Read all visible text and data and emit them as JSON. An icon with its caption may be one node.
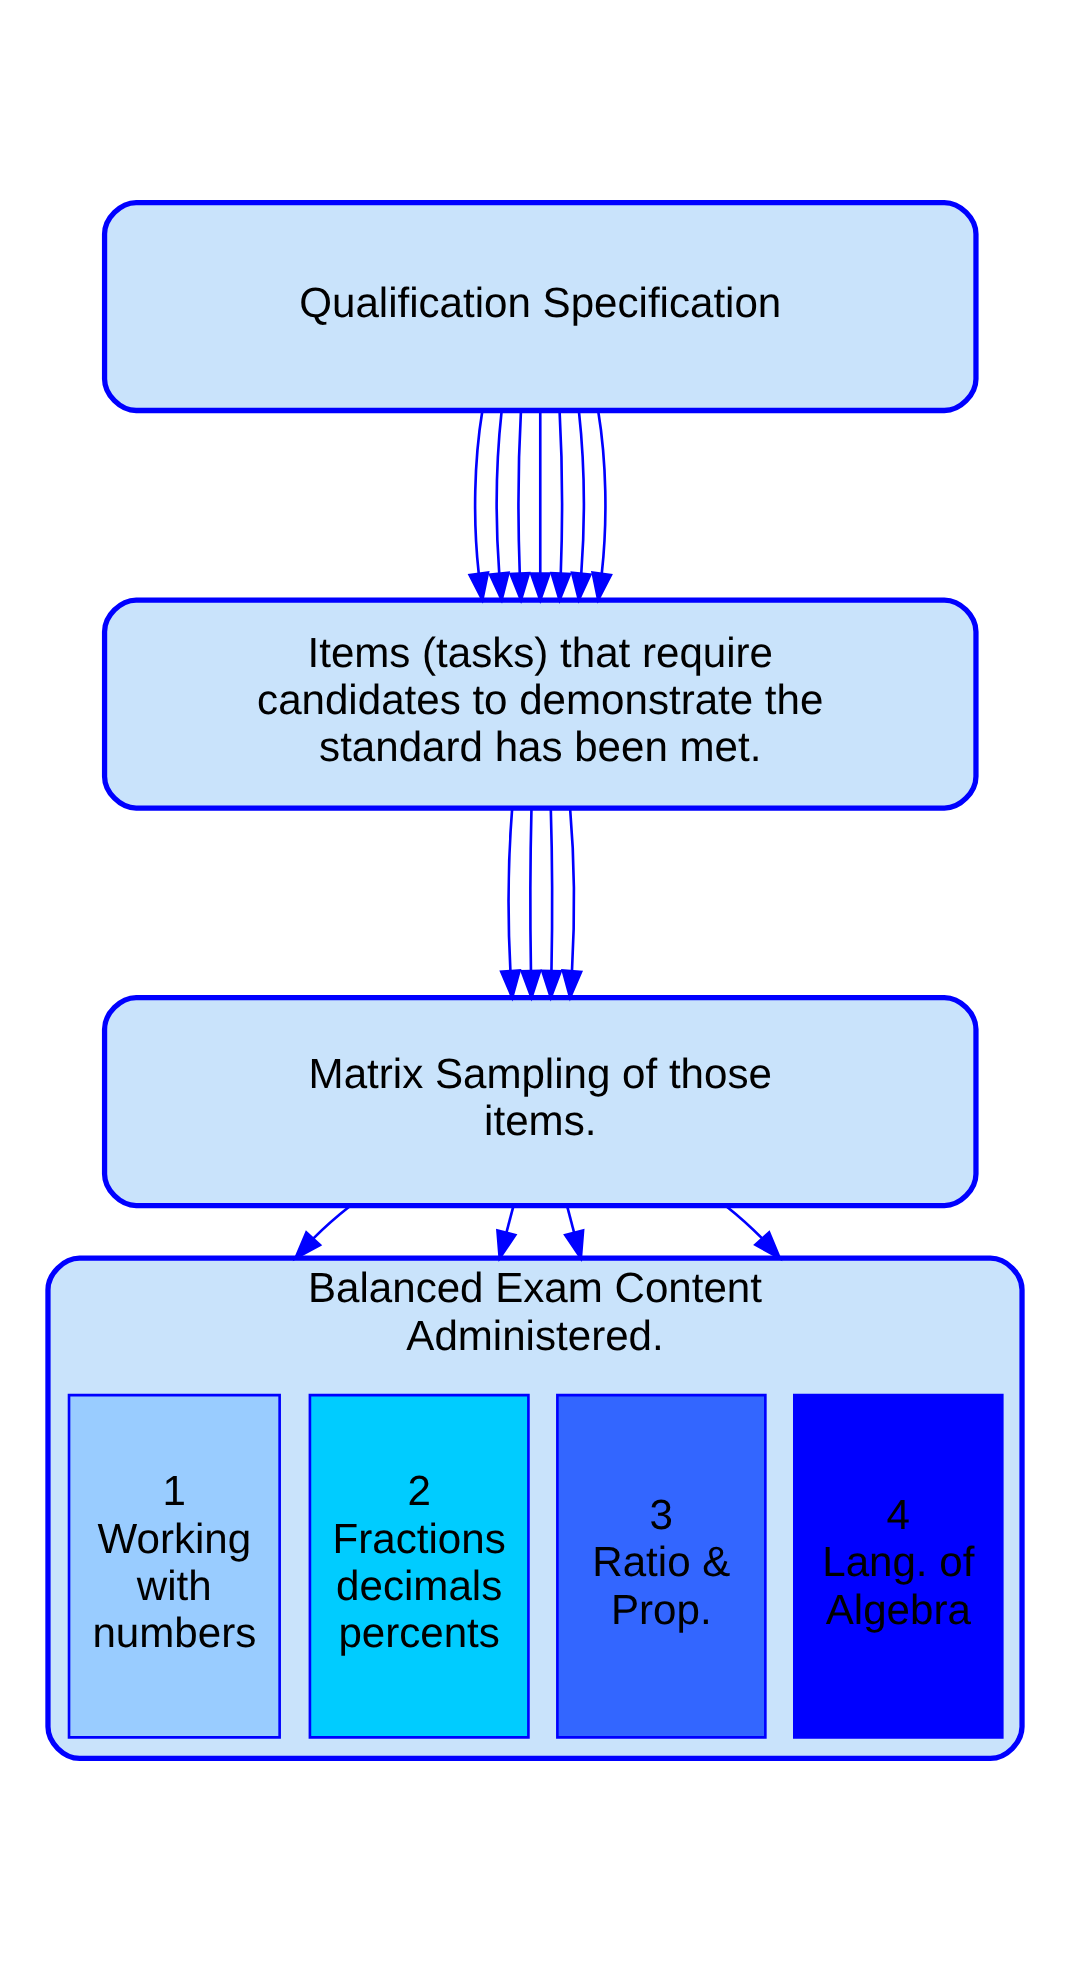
{
  "diagram": {
    "nodes": [
      {
        "text": [
          "Qualification Specification"
        ]
      },
      {
        "text": [
          "Items (tasks) that require candidates to demonstrate the standard has been met."
        ]
      },
      {
        "text": [
          "Matrix Sampling of those items."
        ]
      },
      {
        "text": [
          "Balanced Exam Content Administered."
        ]
      },
      {
        "text": [
          "1",
          "Working with numbers"
        ],
        "in": 3
      },
      {
        "text": [
          "2",
          "Fractions decimals percents"
        ],
        "in": 3
      },
      {
        "text": [
          "3",
          "Ratio & Prop."
        ],
        "in": 3
      },
      {
        "text": [
          "4",
          "Lang. of Algebra"
        ],
        "in": 3
      }
    ],
    "edges": [
      {
        "from": 0,
        "to": 1,
        "arrow": "to"
      },
      {
        "from": 0,
        "to": 1,
        "arrow": "to"
      },
      {
        "from": 0,
        "to": 1,
        "arrow": "to"
      },
      {
        "from": 0,
        "to": 1,
        "arrow": "to"
      },
      {
        "from": 0,
        "to": 1,
        "arrow": "to"
      },
      {
        "from": 0,
        "to": 1,
        "arrow": "to"
      },
      {
        "from": 0,
        "to": 1,
        "arrow": "to"
      },
      {
        "from": 1,
        "to": 2,
        "arrow": "to"
      },
      {
        "from": 1,
        "to": 2,
        "arrow": "to"
      },
      {
        "from": 1,
        "to": 2,
        "arrow": "to"
      },
      {
        "from": 1,
        "to": 2,
        "arrow": "to"
      },
      {
        "from": 2,
        "to": 3,
        "arrow": "to"
      },
      {
        "from": 2,
        "to": 3,
        "arrow": "to"
      },
      {
        "from": 2,
        "to": 3,
        "arrow": "to"
      },
      {
        "from": 2,
        "to": 3,
        "arrow": "to"
      }
    ]
  }
}
